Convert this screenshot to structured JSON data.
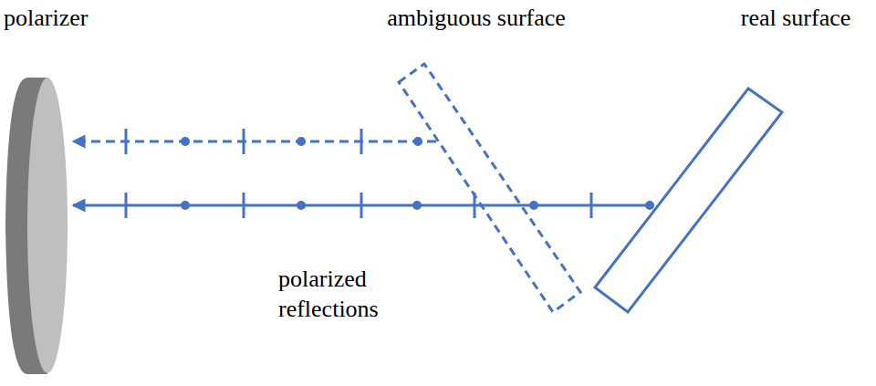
{
  "diagram": {
    "labels": [
      "polarizer",
      "ambiguous surface",
      "real surface",
      "polarized reflections"
    ]
  }
}
